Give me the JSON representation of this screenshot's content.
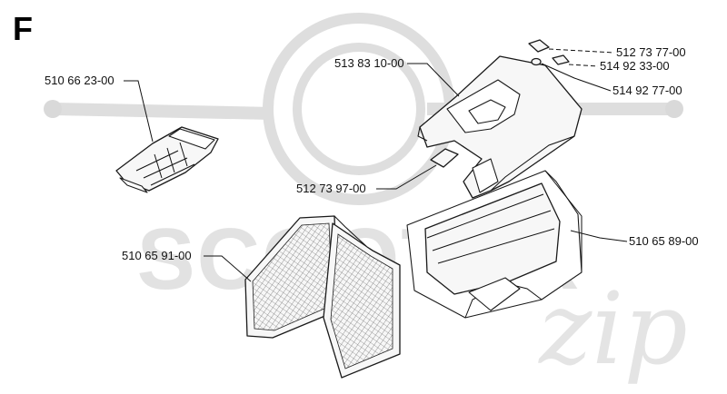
{
  "section": {
    "letter": "F"
  },
  "watermark": {
    "name": "SCOOTER",
    "script": "zip"
  },
  "parts": [
    {
      "id": "grass-deflector",
      "part_no": "510 66 23-00"
    },
    {
      "id": "lid",
      "part_no": "513 83 10-00"
    },
    {
      "id": "latch",
      "part_no": "512 73 77-00"
    },
    {
      "id": "washer",
      "part_no": "514 92 33-00"
    },
    {
      "id": "screw",
      "part_no": "514 92 77-00"
    },
    {
      "id": "pad",
      "part_no": "512 73 97-00"
    },
    {
      "id": "frame",
      "part_no": "510 65 89-00"
    },
    {
      "id": "mesh-bag",
      "part_no": "510 65 91-00"
    }
  ],
  "colors": {
    "ink": "#111111",
    "watermark": "#d9d9d9",
    "background": "#ffffff"
  }
}
